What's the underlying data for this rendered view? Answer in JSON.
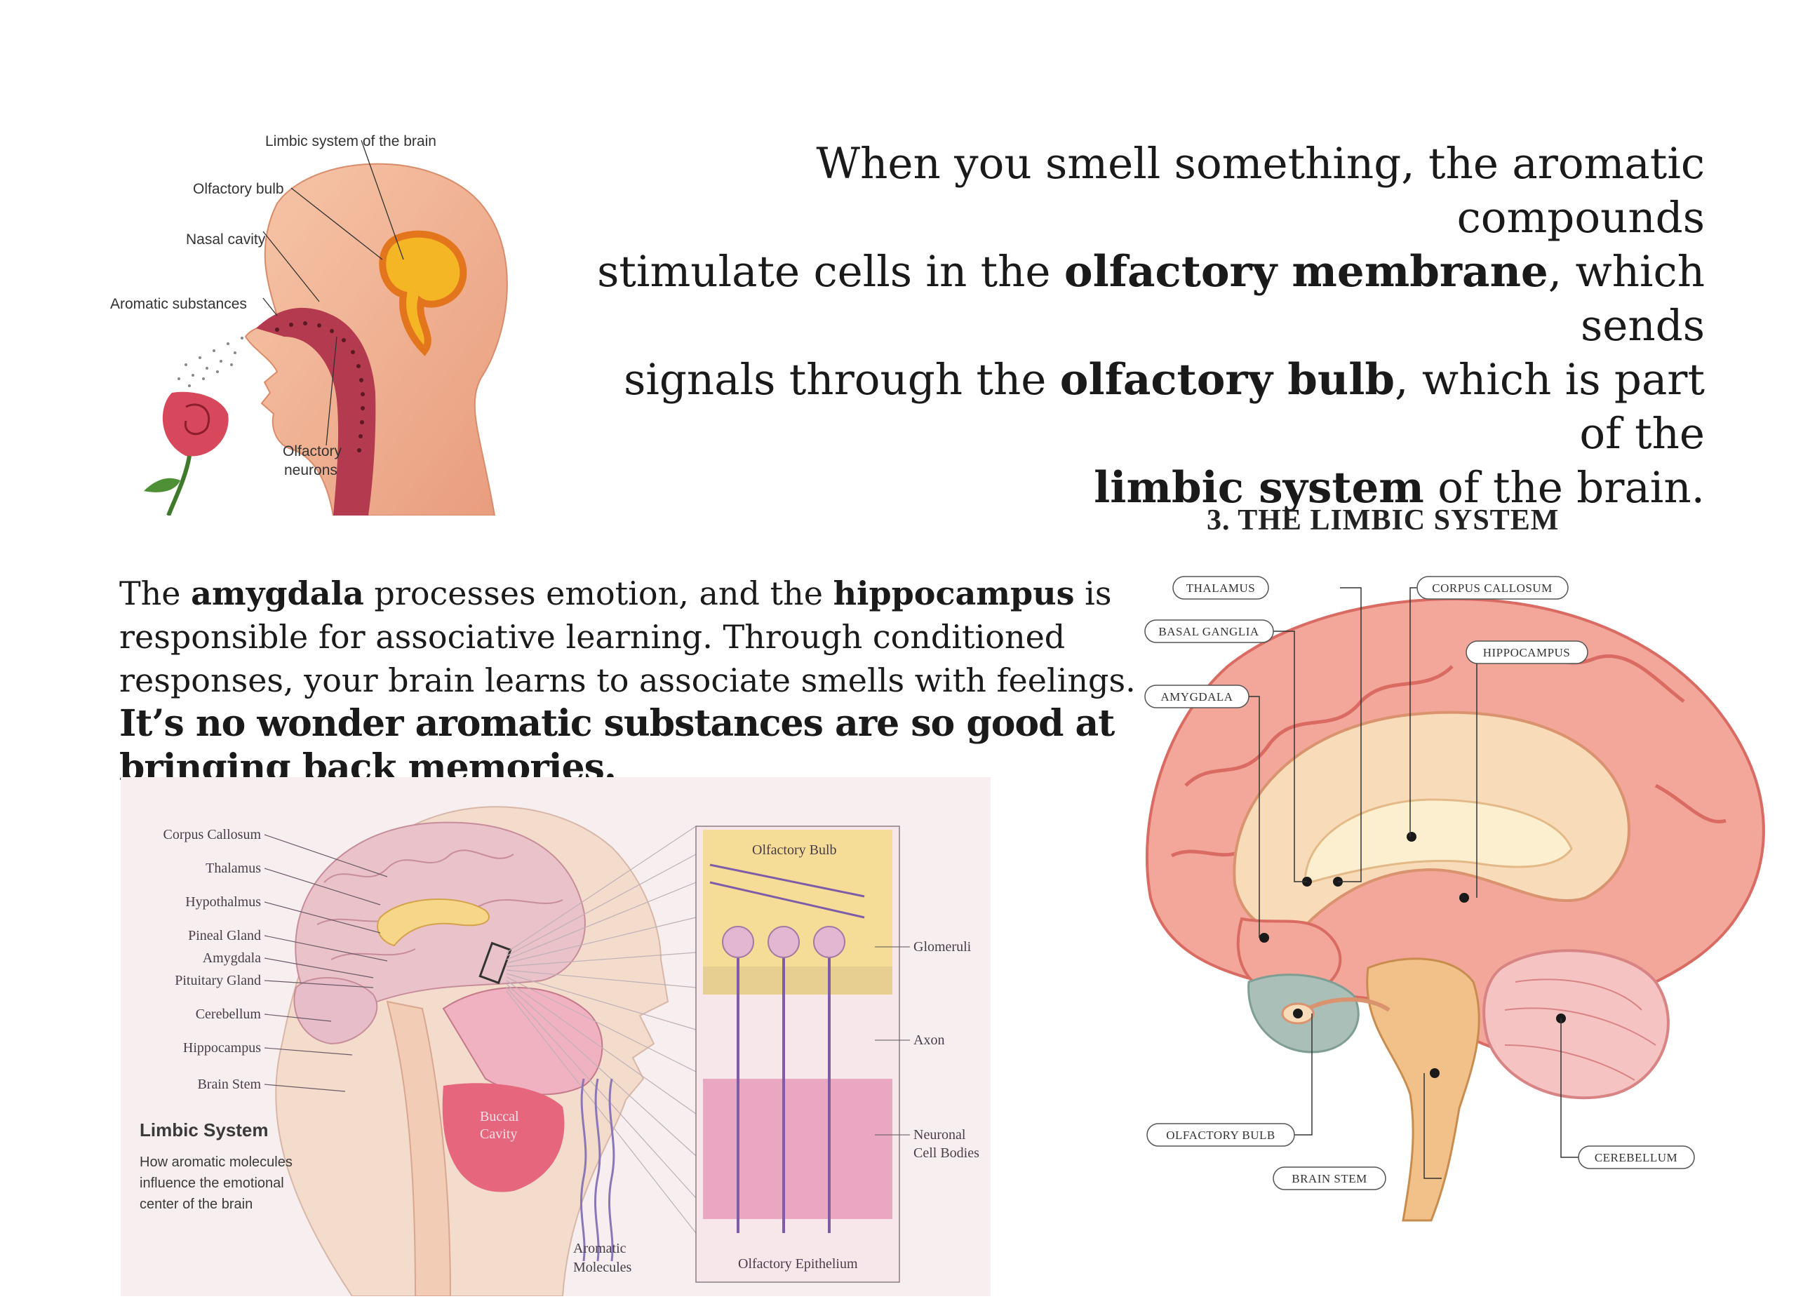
{
  "intro": {
    "line1_a": "When you smell something, the aromatic compounds",
    "line2_a": "stimulate cells in the ",
    "line2_b": "olfactory membrane",
    "line2_c": ", which sends",
    "line3_a": "signals through the ",
    "line3_b": "olfactory bulb",
    "line3_c": ", which is part of the",
    "line4_b": "limbic system",
    "line4_c": " of the brain."
  },
  "para2": {
    "t1": "The ",
    "amygdala": "amygdala",
    "t2": " processes emotion, and the ",
    "hippocampus": "hippocampus",
    "t3": " is responsible for associative learning. Through conditioned responses, your brain learns to associate smells with feelings. ",
    "punch": "It’s no wonder aromatic substances are so good at bringing back memories."
  },
  "fig_head": {
    "labels": {
      "limbic": "Limbic system of the brain",
      "bulb": "Olfactory bulb",
      "nasal": "Nasal cavity",
      "aromatic": "Aromatic substances",
      "neurons1": "Olfactory",
      "neurons2": "neurons"
    }
  },
  "fig_limbic": {
    "left_labels": [
      "Corpus Callosum",
      "Thalamus",
      "Hypothalmus",
      "Pineal Gland",
      "Amygdala",
      "Pituitary Gland",
      "Cerebellum",
      "Hippocampus",
      "Brain Stem"
    ],
    "buccal1": "Buccal",
    "buccal2": "Cavity",
    "caption_title": "Limbic System",
    "caption_1": "How aromatic molecules",
    "caption_2": "influence the emotional",
    "caption_3": "center of the brain",
    "aromatic1": "Aromatic",
    "aromatic2": "Molecules",
    "inset_title": "Olfactory Bulb",
    "inset_bottom": "Olfactory Epithelium",
    "right_labels": {
      "glomeruli": "Glomeruli",
      "axon": "Axon",
      "neuronal1": "Neuronal",
      "neuronal2": "Cell Bodies"
    }
  },
  "fig_brain": {
    "title": "3. THE LIMBIC SYSTEM",
    "labels": {
      "thalamus": "THALAMUS",
      "corpus": "CORPUS CALLOSUM",
      "basal": "BASAL GANGLIA",
      "hippocampus": "HIPPOCAMPUS",
      "amygdala": "AMYGDALA",
      "olfactory": "OLFACTORY BULB",
      "cerebellum": "CEREBELLUM",
      "brainstem": "BRAIN STEM"
    }
  }
}
